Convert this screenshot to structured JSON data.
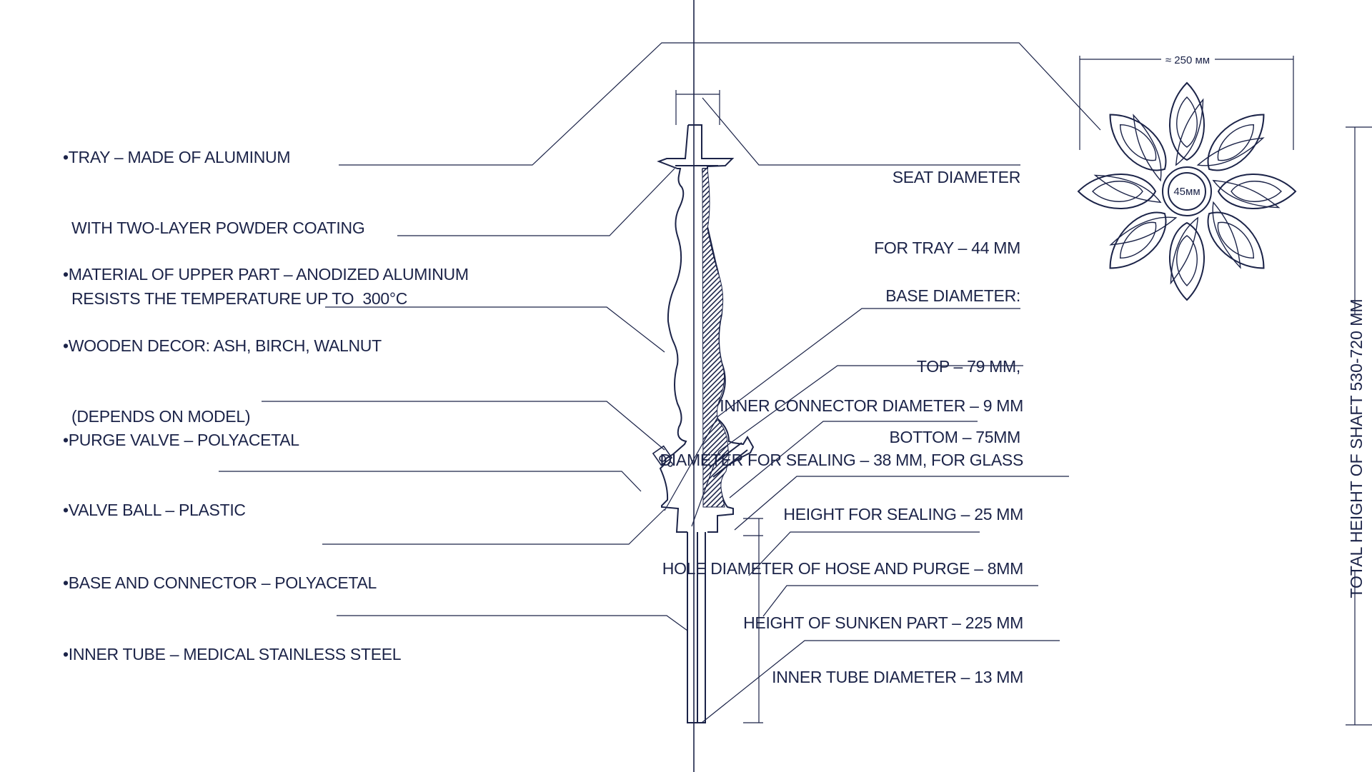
{
  "colors": {
    "ink": "#1b2348",
    "background": "#ffffff"
  },
  "left_labels": [
    {
      "lines": [
        "TRAY – MADE OF ALUMINUM",
        "WITH TWO-LAYER POWDER COATING",
        "RESISTS THE TEMPERATURE UP TO  300°C"
      ]
    },
    {
      "lines": [
        "MATERIAL OF UPPER PART – ANODIZED ALUMINUM"
      ]
    },
    {
      "lines": [
        "WOODEN DECOR: ASH, BIRCH, WALNUT",
        "(DEPENDS ON MODEL)"
      ]
    },
    {
      "lines": [
        "PURGE VALVE – POLYACETAL"
      ]
    },
    {
      "lines": [
        "VALVE BALL – PLASTIC"
      ]
    },
    {
      "lines": [
        "BASE AND CONNECTOR – POLYACETAL"
      ]
    },
    {
      "lines": [
        "INNER TUBE – MEDICAL STAINLESS STEEL"
      ]
    }
  ],
  "right_labels": [
    {
      "lines": [
        "SEAT DIAMETER",
        "FOR TRAY – 44 MM"
      ]
    },
    {
      "lines": [
        "BASE DIAMETER:",
        "TOP – 79 MM,",
        "BOTTOM – 75MM"
      ]
    },
    {
      "lines": [
        "INNER CONNECTOR DIAMETER – 9 MM"
      ]
    },
    {
      "lines": [
        "DIAMETER FOR SEALING – 38 MM, FOR GLASS"
      ]
    },
    {
      "lines": [
        "HEIGHT FOR SEALING – 25 MM"
      ]
    },
    {
      "lines": [
        "HOLE DIAMETER OF HOSE AND PURGE – 8MM"
      ]
    },
    {
      "lines": [
        "HEIGHT OF SUNKEN PART – 225 MM"
      ]
    },
    {
      "lines": [
        "INNER TUBE DIAMETER – 13 MM"
      ]
    }
  ],
  "tray_dimension": "≈ 250 мм",
  "tray_center_dimension": "45мм",
  "total_height": "TOTAL HEIGHT OF SHAFT 530-720 MM"
}
